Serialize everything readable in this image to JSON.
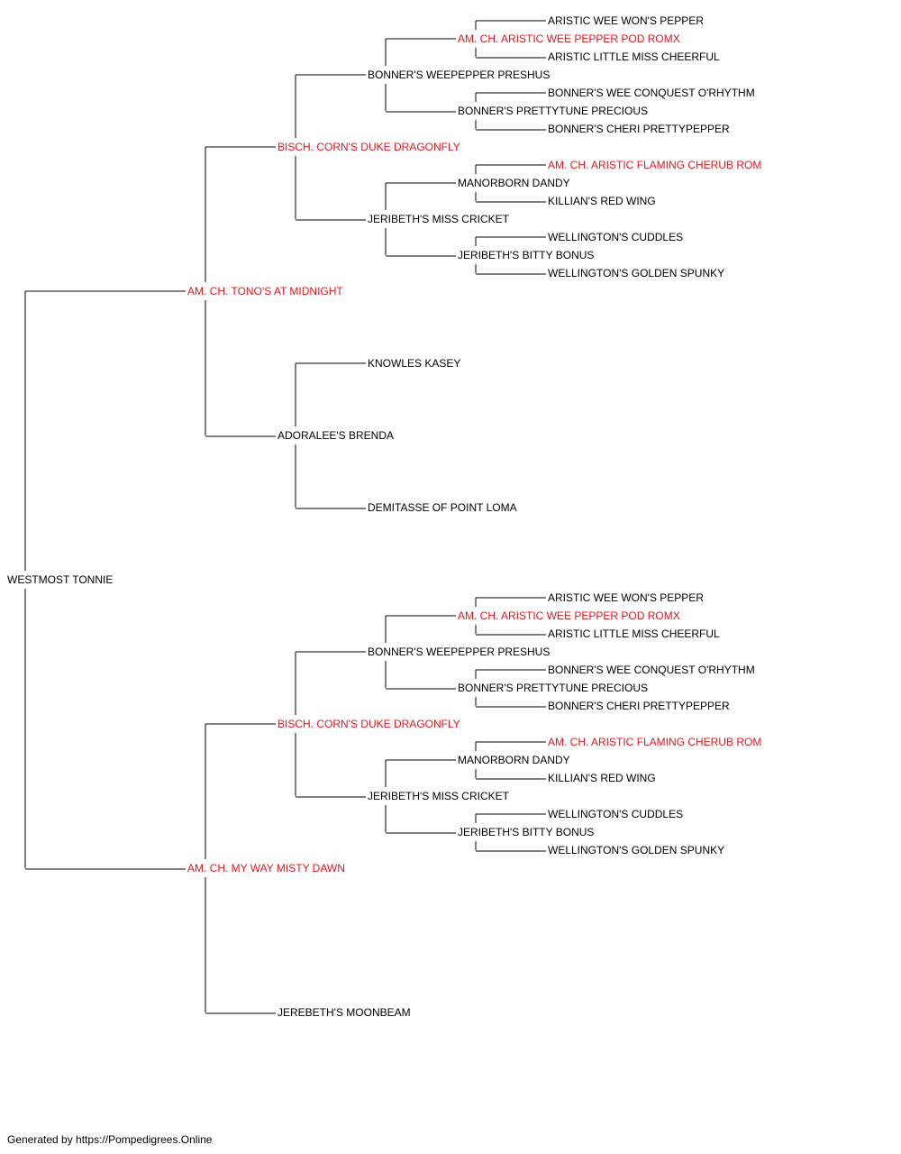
{
  "colors": {
    "champion": "#e8141a",
    "normal": "#000000",
    "line": "#000000"
  },
  "tree": {
    "name": "WESTMOST TONNIE",
    "parents": [
      {
        "name": "AM. CH. TONO'S AT MIDNIGHT",
        "champion": true,
        "parents": [
          {
            "name": "BISCH. CORN'S DUKE DRAGONFLY",
            "champion": true,
            "parents": [
              {
                "name": "BONNER'S WEEPEPPER PRESHUS",
                "parents": [
                  {
                    "name": "AM. CH. ARISTIC WEE PEPPER POD ROMX",
                    "champion": true,
                    "parents": [
                      {
                        "name": "ARISTIC WEE WON'S PEPPER"
                      },
                      {
                        "name": "ARISTIC LITTLE MISS CHEERFUL"
                      }
                    ]
                  },
                  {
                    "name": "BONNER'S PRETTYTUNE PRECIOUS",
                    "parents": [
                      {
                        "name": "BONNER'S WEE CONQUEST O'RHYTHM"
                      },
                      {
                        "name": "BONNER'S CHERI PRETTYPEPPER"
                      }
                    ]
                  }
                ]
              },
              {
                "name": "JERIBETH'S MISS CRICKET",
                "parents": [
                  {
                    "name": "MANORBORN DANDY",
                    "parents": [
                      {
                        "name": "AM. CH. ARISTIC FLAMING CHERUB ROM",
                        "champion": true
                      },
                      {
                        "name": "KILLIAN'S RED WING"
                      }
                    ]
                  },
                  {
                    "name": "JERIBETH'S BITTY BONUS",
                    "parents": [
                      {
                        "name": "WELLINGTON'S CUDDLES"
                      },
                      {
                        "name": "WELLINGTON'S GOLDEN SPUNKY"
                      }
                    ]
                  }
                ]
              }
            ]
          },
          {
            "name": "ADORALEE'S BRENDA",
            "parents": [
              {
                "name": "KNOWLES KASEY"
              },
              {
                "name": "DEMITASSE OF POINT LOMA"
              }
            ]
          }
        ]
      },
      {
        "name": "AM. CH. MY WAY MISTY DAWN",
        "champion": true,
        "parents": [
          {
            "name": "BISCH. CORN'S DUKE DRAGONFLY",
            "champion": true,
            "parents": [
              {
                "name": "BONNER'S WEEPEPPER PRESHUS",
                "parents": [
                  {
                    "name": "AM. CH. ARISTIC WEE PEPPER POD ROMX",
                    "champion": true,
                    "parents": [
                      {
                        "name": "ARISTIC WEE WON'S PEPPER"
                      },
                      {
                        "name": "ARISTIC LITTLE MISS CHEERFUL"
                      }
                    ]
                  },
                  {
                    "name": "BONNER'S PRETTYTUNE PRECIOUS",
                    "parents": [
                      {
                        "name": "BONNER'S WEE CONQUEST O'RHYTHM"
                      },
                      {
                        "name": "BONNER'S CHERI PRETTYPEPPER"
                      }
                    ]
                  }
                ]
              },
              {
                "name": "JERIBETH'S MISS CRICKET",
                "parents": [
                  {
                    "name": "MANORBORN DANDY",
                    "parents": [
                      {
                        "name": "AM. CH. ARISTIC FLAMING CHERUB ROM",
                        "champion": true
                      },
                      {
                        "name": "KILLIAN'S RED WING"
                      }
                    ]
                  },
                  {
                    "name": "JERIBETH'S BITTY BONUS",
                    "parents": [
                      {
                        "name": "WELLINGTON'S CUDDLES"
                      },
                      {
                        "name": "WELLINGTON'S GOLDEN SPUNKY"
                      }
                    ]
                  }
                ]
              }
            ]
          },
          {
            "name": "JEREBETH'S MOONBEAM"
          }
        ]
      }
    ]
  },
  "footer": "Generated by https://Pompedigrees.Online"
}
